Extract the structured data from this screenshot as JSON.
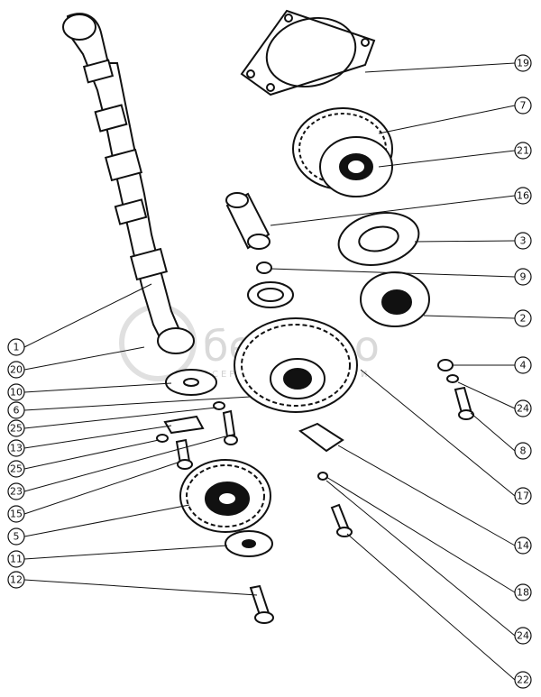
{
  "watermark": {
    "brand": "бетиэро",
    "tagline": "СЕРВИСНЫЕ ЗАПЧАСТИ"
  },
  "callouts": [
    {
      "id": "c19",
      "label": "19"
    },
    {
      "id": "c7",
      "label": "7"
    },
    {
      "id": "c21",
      "label": "21"
    },
    {
      "id": "c16",
      "label": "16"
    },
    {
      "id": "c3",
      "label": "3"
    },
    {
      "id": "c9",
      "label": "9"
    },
    {
      "id": "c2",
      "label": "2"
    },
    {
      "id": "c4",
      "label": "4"
    },
    {
      "id": "c24a",
      "label": "24"
    },
    {
      "id": "c8",
      "label": "8"
    },
    {
      "id": "c17",
      "label": "17"
    },
    {
      "id": "c14",
      "label": "14"
    },
    {
      "id": "c18",
      "label": "18"
    },
    {
      "id": "c24b",
      "label": "24"
    },
    {
      "id": "c22",
      "label": "22"
    },
    {
      "id": "c1",
      "label": "1"
    },
    {
      "id": "c20",
      "label": "20"
    },
    {
      "id": "c10",
      "label": "10"
    },
    {
      "id": "c6",
      "label": "6"
    },
    {
      "id": "c25a",
      "label": "25"
    },
    {
      "id": "c13",
      "label": "13"
    },
    {
      "id": "c25b",
      "label": "25"
    },
    {
      "id": "c23",
      "label": "23"
    },
    {
      "id": "c15",
      "label": "15"
    },
    {
      "id": "c5",
      "label": "5"
    },
    {
      "id": "c11",
      "label": "11"
    },
    {
      "id": "c12",
      "label": "12"
    }
  ]
}
